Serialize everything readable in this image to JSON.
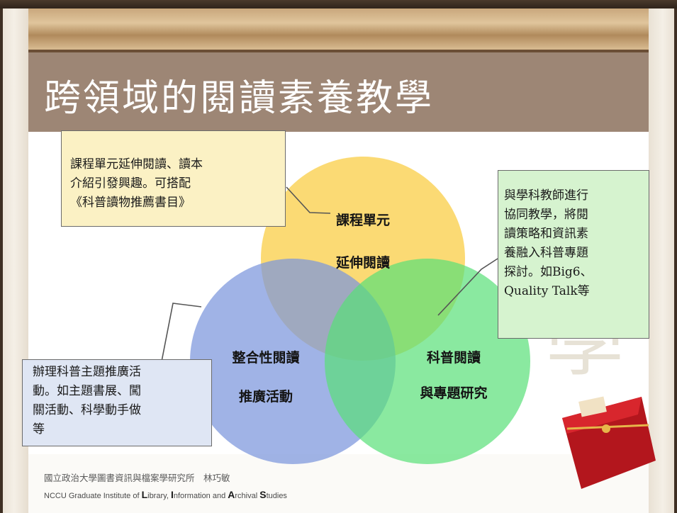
{
  "title": "跨領域的閱讀素養教學",
  "circles": {
    "top": {
      "line1": "課程單元",
      "line2": "延伸閱讀",
      "color": "#fad255"
    },
    "left": {
      "line1": "整合性閱讀",
      "line2": "推廣活動",
      "color": "#7b96dc"
    },
    "right": {
      "line1": "科普閱讀",
      "line2": "與專題研究",
      "color": "#59e078"
    }
  },
  "notes": {
    "yellow": {
      "text": "課程單元延伸閱讀、讀本\n介紹引發興趣。可搭配\n《科普讀物推薦書目》",
      "color": "#fbf1c4"
    },
    "green": {
      "text": "與學科教師進行\n協同教學，將閱\n讀策略和資訊素\n養融入科普專題\n探討。如Big6、\nQuality Talk等",
      "color": "#d6f3cf"
    },
    "blue": {
      "text": "辦理科普主題推廣活\n動。如主題書展、闖\n關活動、科學動手做\n等",
      "color": "#dfe6f4"
    }
  },
  "footer": {
    "chinese": "國立政治大學圖書資訊與檔案學研究所　林巧敏",
    "english_parts": [
      "NCCU Graduate Institute of ",
      "L",
      "ibrary, ",
      "I",
      "nformation and ",
      "A",
      "rchival ",
      "S",
      "tudies"
    ]
  },
  "colors": {
    "title_bar": "#9d8675",
    "frame": "#3e2f23"
  }
}
